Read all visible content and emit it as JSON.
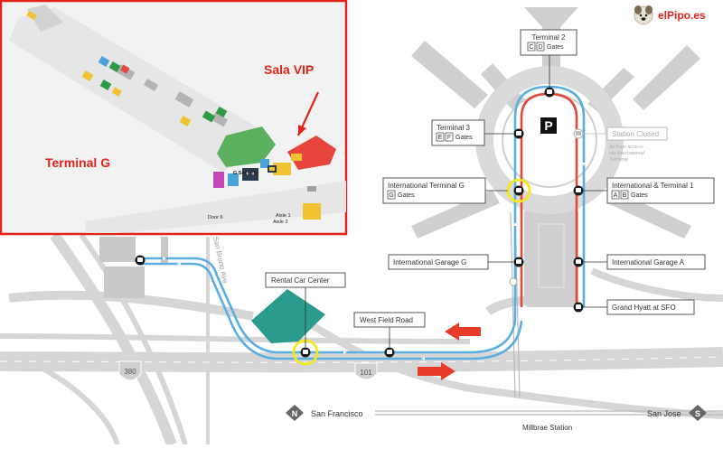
{
  "branding": {
    "logo_text": "elPipo.es",
    "mascot_icon": "dog-face-icon"
  },
  "colors": {
    "airtrain_blue": "#5aaee0",
    "airtrain_red": "#e04a3a",
    "callout_red": "#e2231a",
    "highlight_yellow": "#f4e81a",
    "terminal_gray": "#cfcfcf",
    "rental_green": "#2b9b8e",
    "arrow_red": "#e83c2a"
  },
  "inset": {
    "vip_label": "Sala VIP",
    "terminal_label": "Terminal G",
    "g_security_label": "G Security",
    "door_label": "Door 6",
    "aisle1_label": "Aisle 1",
    "aisle2_label": "Aisle 2",
    "icons": [
      "restroom-icon",
      "security-checkpoint-icon"
    ]
  },
  "terminals": {
    "t2": {
      "name": "Terminal 2",
      "gates": [
        "C",
        "D"
      ],
      "gates_word": "Gates"
    },
    "t3": {
      "name": "Terminal 3",
      "gates": [
        "E",
        "F"
      ],
      "gates_word": "Gates"
    },
    "intl_g": {
      "name": "International Terminal G",
      "gates": [
        "G"
      ],
      "gates_word": "Gates"
    },
    "intl_a": {
      "name": "International & Terminal 1",
      "gates": [
        "A",
        "B"
      ],
      "gates_word": "Gates"
    }
  },
  "stations": {
    "garage_g": "International Garage G",
    "garage_a": "International Garage A",
    "hyatt": "Grand Hyatt at SFO",
    "rental": "Rental Car Center",
    "west_field": "West Field Road"
  },
  "station_closed": {
    "title": "Station Closed",
    "note_lines": [
      "AirTrain access",
      "via International",
      "Terminal"
    ]
  },
  "parking_symbol": "P",
  "roads": {
    "i380": "380",
    "us101": "101",
    "san_bruno": "San Bruno Ave"
  },
  "compass": {
    "north_letter": "N",
    "north_label": "San Francisco",
    "south_letter": "S",
    "south_label": "San Jose"
  },
  "bart": {
    "label": "Millbrae Station"
  }
}
